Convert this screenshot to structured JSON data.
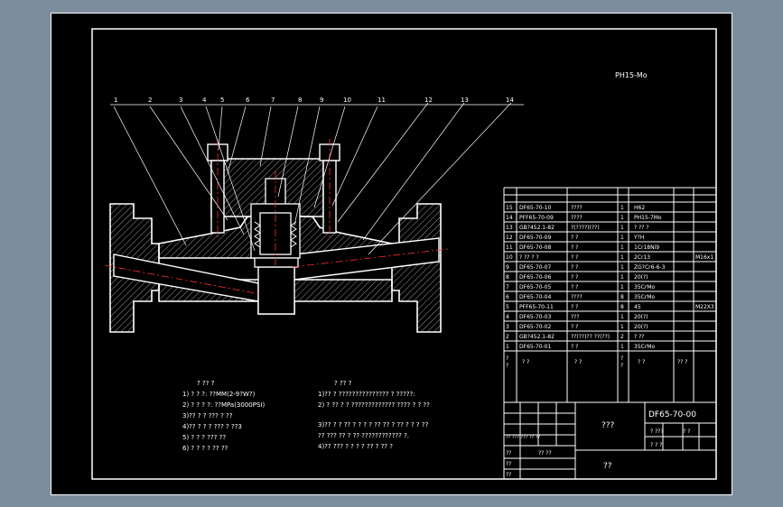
{
  "drawing": {
    "material_note": "PH15-Mo",
    "balloons": [
      "1",
      "2",
      "3",
      "4",
      "5",
      "6",
      "7",
      "8",
      "9",
      "10",
      "11",
      "12",
      "13",
      "14"
    ]
  },
  "notes_left": {
    "title": "?  ??  ?",
    "lines": [
      "1)  ?    ?  ?:  ??MM(2-9?W?)",
      "2)  ? ? ?  ?:  ??MPa(3000PSI)",
      "3)??  ?  ?  ??? ? ??",
      "4)??  ?  ? ?  ??? ? ??3",
      "5)  ? ?   ? ??? ??",
      "6)  ?  ?   ? ? ??  ??"
    ]
  },
  "notes_right": {
    "title": "?  ?? ?",
    "lines": [
      "1)??  ?  ??????????????? ? ?????:",
      "2) ?  ?? ? ? ????????????? ???? ?  ?  ??",
      "3)??  ? ? ?? ? ? ? ? ??  ??  ? ?? ? ?  ? ??",
      "??  ??? ?? ? ?? ???????????? ?.",
      "4)?? ???  ? ? ?  ? ??  ?  ?? ?"
    ]
  },
  "bom": {
    "rows": [
      {
        "no": "15",
        "code": "DF65-70-10",
        "name": "????",
        "qty": "1",
        "mat": "H62",
        "note": ""
      },
      {
        "no": "14",
        "code": "PFF65-70-09",
        "name": "????",
        "qty": "1",
        "mat": "PH15-7Mo",
        "note": ""
      },
      {
        "no": "13",
        "code": "GB?452.1-82",
        "name": "?(????)(??)",
        "qty": "1",
        "mat": "?  ?? ?",
        "note": ""
      },
      {
        "no": "12",
        "code": "DF65-70-09",
        "name": "?   ?",
        "qty": "1",
        "mat": "Y?H",
        "note": ""
      },
      {
        "no": "11",
        "code": "DF65-70-08",
        "name": "?   ?",
        "qty": "1",
        "mat": "1Cr18Ni9",
        "note": ""
      },
      {
        "no": "10",
        "code": "?  ?? ?  ?",
        "name": "?   ?",
        "qty": "1",
        "mat": "2Cr13",
        "note": "M16x1"
      },
      {
        "no": "9",
        "code": "DF65-70-07",
        "name": "?   ?",
        "qty": "1",
        "mat": "ZG?Cr6-6-3",
        "note": ""
      },
      {
        "no": "8",
        "code": "DF65-70-06",
        "name": "?   ?",
        "qty": "1",
        "mat": "20(?)",
        "note": ""
      },
      {
        "no": "7",
        "code": "DF65-70-05",
        "name": "?   ?",
        "qty": "1",
        "mat": "35CrMo",
        "note": ""
      },
      {
        "no": "6",
        "code": "DF65-70-04",
        "name": "????",
        "qty": "8",
        "mat": "35CrMo",
        "note": ""
      },
      {
        "no": "5",
        "code": "PFF65-70-11",
        "name": "?   ?",
        "qty": "8",
        "mat": "45",
        "note": "M22X3"
      },
      {
        "no": "4",
        "code": "DF65-70-03",
        "name": "???",
        "qty": "1",
        "mat": "20(?)",
        "note": ""
      },
      {
        "no": "3",
        "code": "DF65-70-02",
        "name": "?   ?",
        "qty": "1",
        "mat": "20(?)",
        "note": ""
      },
      {
        "no": "2",
        "code": "GB?452.1-82",
        "name": "??(??)?? ??(??)",
        "qty": "2",
        "mat": "? ??",
        "note": ""
      },
      {
        "no": "1",
        "code": "DF65-70-01",
        "name": "?  ?",
        "qty": "1",
        "mat": "35CrMo",
        "note": ""
      }
    ],
    "header": {
      "no": "?\n?",
      "code": "?   ?",
      "name": "?   ?",
      "qty": "?\n?",
      "mat": "?   ?",
      "note": "??  ?"
    }
  },
  "title_block": {
    "drawing_no": "DF65-70-00",
    "name": "???",
    "company": "??",
    "cells_left": [
      "?? ???  ??? ?? ??",
      "??",
      "??",
      "??",
      "??  ??"
    ],
    "scale_labels": [
      "? ???",
      "?  ?",
      "? ?  ?"
    ]
  }
}
